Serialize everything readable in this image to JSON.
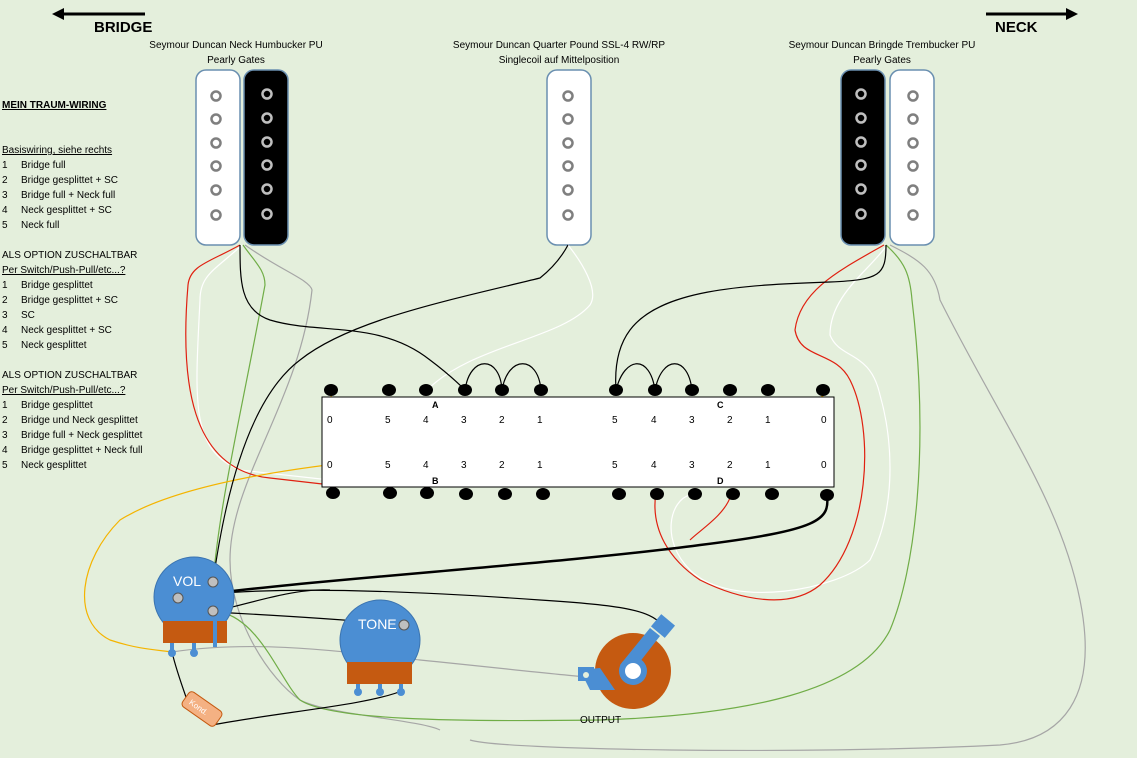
{
  "labels": {
    "bridge": "BRIDGE",
    "neck": "NECK",
    "neck_pu_title": "Seymour Duncan Neck Humbucker PU",
    "neck_pu_sub": "Pearly Gates",
    "mid_pu_title": "Seymour Duncan Quarter Pound SSL-4 RW/RP",
    "mid_pu_sub": "Singlecoil auf Mittelposition",
    "bridge_pu_title": "Seymour Duncan Bringde Trembucker PU",
    "bridge_pu_sub": "Pearly Gates",
    "vol": "VOL",
    "tone": "TONE",
    "output": "OUTPUT",
    "cap": "Kond."
  },
  "notes": {
    "title": "MEIN TRAUM-WIRING",
    "basic_heading": "Basiswiring, siehe rechts",
    "basic_items": [
      {
        "n": "1",
        "text": "Bridge full"
      },
      {
        "n": "2",
        "text": "Bridge gesplittet + SC"
      },
      {
        "n": "3",
        "text": "Bridge full + Neck full"
      },
      {
        "n": "4",
        "text": "Neck gesplittet + SC"
      },
      {
        "n": "5",
        "text": "Neck full"
      }
    ],
    "option1_heading": "ALS OPTION ZUSCHALTBAR",
    "option1_sub": "Per Switch/Push-Pull/etc...?",
    "option1_items": [
      {
        "n": "1",
        "text": "Bridge gesplittet"
      },
      {
        "n": "2",
        "text": "Bridge gesplittet + SC"
      },
      {
        "n": "3",
        "text": "SC"
      },
      {
        "n": "4",
        "text": "Neck gesplittet + SC"
      },
      {
        "n": "5",
        "text": "Neck gesplittet"
      }
    ],
    "option2_heading": "ALS OPTION ZUSCHALTBAR",
    "option2_sub": "Per Switch/Push-Pull/etc...?",
    "option2_items": [
      {
        "n": "1",
        "text": "Bridge gesplittet"
      },
      {
        "n": "2",
        "text": "Bridge und Neck gesplittet"
      },
      {
        "n": "3",
        "text": "Bridge full + Neck gesplittet"
      },
      {
        "n": "4",
        "text": "Bridge gesplittet + Neck full"
      },
      {
        "n": "5",
        "text": "Neck gesplittet"
      }
    ]
  },
  "switch": {
    "wafer_labels": [
      "A",
      "B",
      "C",
      "D"
    ],
    "positions": [
      "0",
      "5",
      "4",
      "3",
      "2",
      "1"
    ]
  },
  "colors": {
    "background": "#e4efdc",
    "pot": "#4b8ed3",
    "pot_base": "#c55a11",
    "jack": "#c55a11",
    "cap": "#f4b183",
    "red_wire": "#e02010",
    "green_wire": "#70ad47",
    "yellow_wire": "#f4b400",
    "white_wire": "#ffffff",
    "gray_wire": "#a6a6a6",
    "black_wire": "#000000"
  }
}
